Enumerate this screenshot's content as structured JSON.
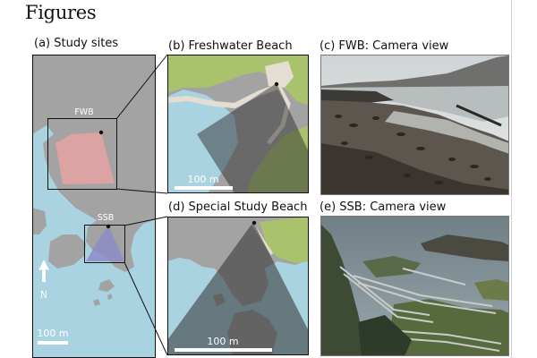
{
  "heading": "Figures",
  "panels": {
    "a": {
      "label": "(a) Study sites",
      "site_fwb": "FWB",
      "site_ssb": "SSB",
      "north": "N",
      "scale": "100 m"
    },
    "b": {
      "label": "(b) Freshwater Beach",
      "scale": "100 m"
    },
    "c": {
      "label": "(c) FWB: Camera view"
    },
    "d": {
      "label": "(d) Special Study Beach",
      "scale": "100 m"
    },
    "e": {
      "label": "(e) SSB: Camera view"
    }
  },
  "colors": {
    "land": "#a3a3a3",
    "water": "#a9d3e0",
    "vegetation": "#a9c26c",
    "road": "#e4ddd1",
    "fwb_view": "#e6a3a3",
    "ssb_view": "#8c8cc8",
    "camera_cone": "#2f2f2f"
  },
  "icons": {
    "north_arrow": "north-arrow-icon",
    "camera": "camera-location-icon"
  }
}
